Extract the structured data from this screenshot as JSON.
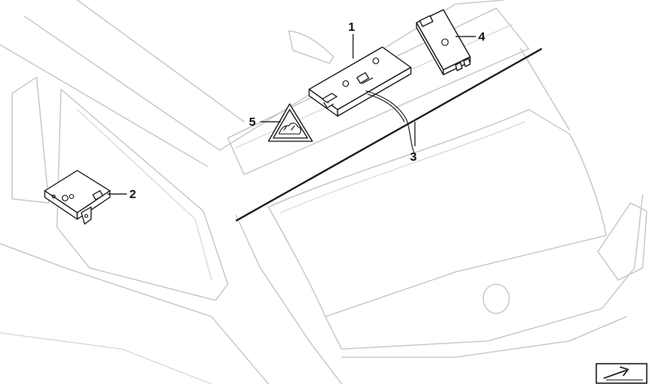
{
  "parts": [
    {
      "id": "antenna-amplifier",
      "callout": "1"
    },
    {
      "id": "control-module",
      "callout": "2"
    },
    {
      "id": "antenna-cable",
      "callout": "3"
    },
    {
      "id": "tuner-module",
      "callout": "4"
    },
    {
      "id": "warning-label",
      "callout": "5"
    }
  ],
  "colors": {
    "part_stroke": "#1a1a1a",
    "vehicle_outline": "#c4c4c4",
    "background": "#ffffff"
  },
  "icons": {
    "corner_badge": "fold-arrow-icon",
    "warning_label": "warning-triangle-icon"
  }
}
